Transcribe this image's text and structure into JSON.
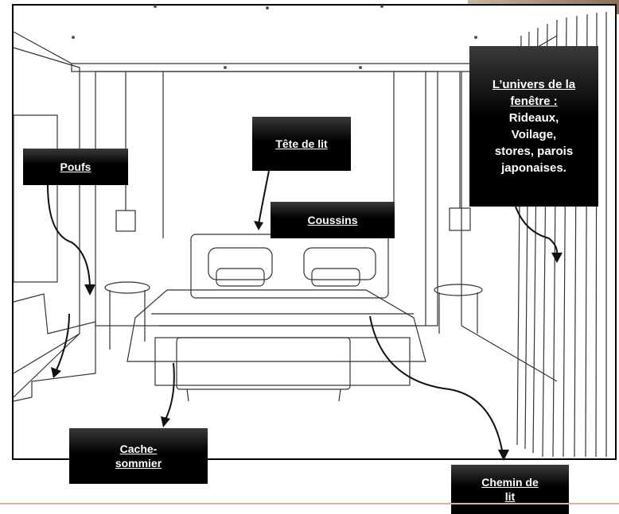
{
  "labels": {
    "tete_de_lit": "Tête de lit",
    "poufs": "Poufs",
    "coussins": "Coussins",
    "fenetre_title_1": "L’univers de la",
    "fenetre_title_2": "fenêtre :",
    "fenetre_line_1": "Rideaux,",
    "fenetre_line_2": "Voilage,",
    "fenetre_line_3": "stores, parois",
    "fenetre_line_4": "japonaises.",
    "cache_1": "Cache-",
    "cache_2": "sommier",
    "chemin_1": "Chemin de",
    "chemin_2": "lit"
  },
  "colors": {
    "label_bg": "#000000",
    "label_text": "#ffffff",
    "line": "#222222",
    "divider": "#d7b49a"
  }
}
